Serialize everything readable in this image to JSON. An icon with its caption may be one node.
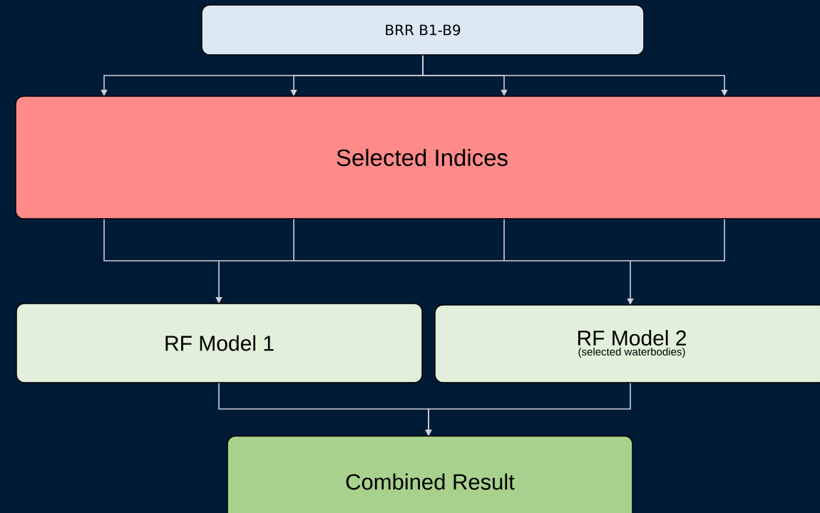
{
  "diagram": {
    "nodes": [
      {
        "text": [
          "BRR B1-B9"
        ]
      },
      {
        "text": [
          "Selected Indices"
        ]
      },
      {
        "text": [
          "RF Model 1"
        ]
      },
      {
        "text": [
          "RF Model 2",
          "(selected waterbodies)"
        ]
      },
      {
        "text": [
          "Combined Result"
        ]
      }
    ],
    "edges": [
      {
        "from": 0,
        "to": 1,
        "arrow": "to"
      },
      {
        "from": 0,
        "to": 1,
        "arrow": "to"
      },
      {
        "from": 0,
        "to": 1,
        "arrow": "to"
      },
      {
        "from": 0,
        "to": 1,
        "arrow": "to"
      },
      {
        "from": 1,
        "to": 2,
        "arrow": "to"
      },
      {
        "from": 1,
        "to": 3,
        "arrow": "to"
      },
      {
        "from": 2,
        "to": 4,
        "arrow": "to"
      },
      {
        "from": 3,
        "to": 4,
        "arrow": "to"
      }
    ]
  }
}
